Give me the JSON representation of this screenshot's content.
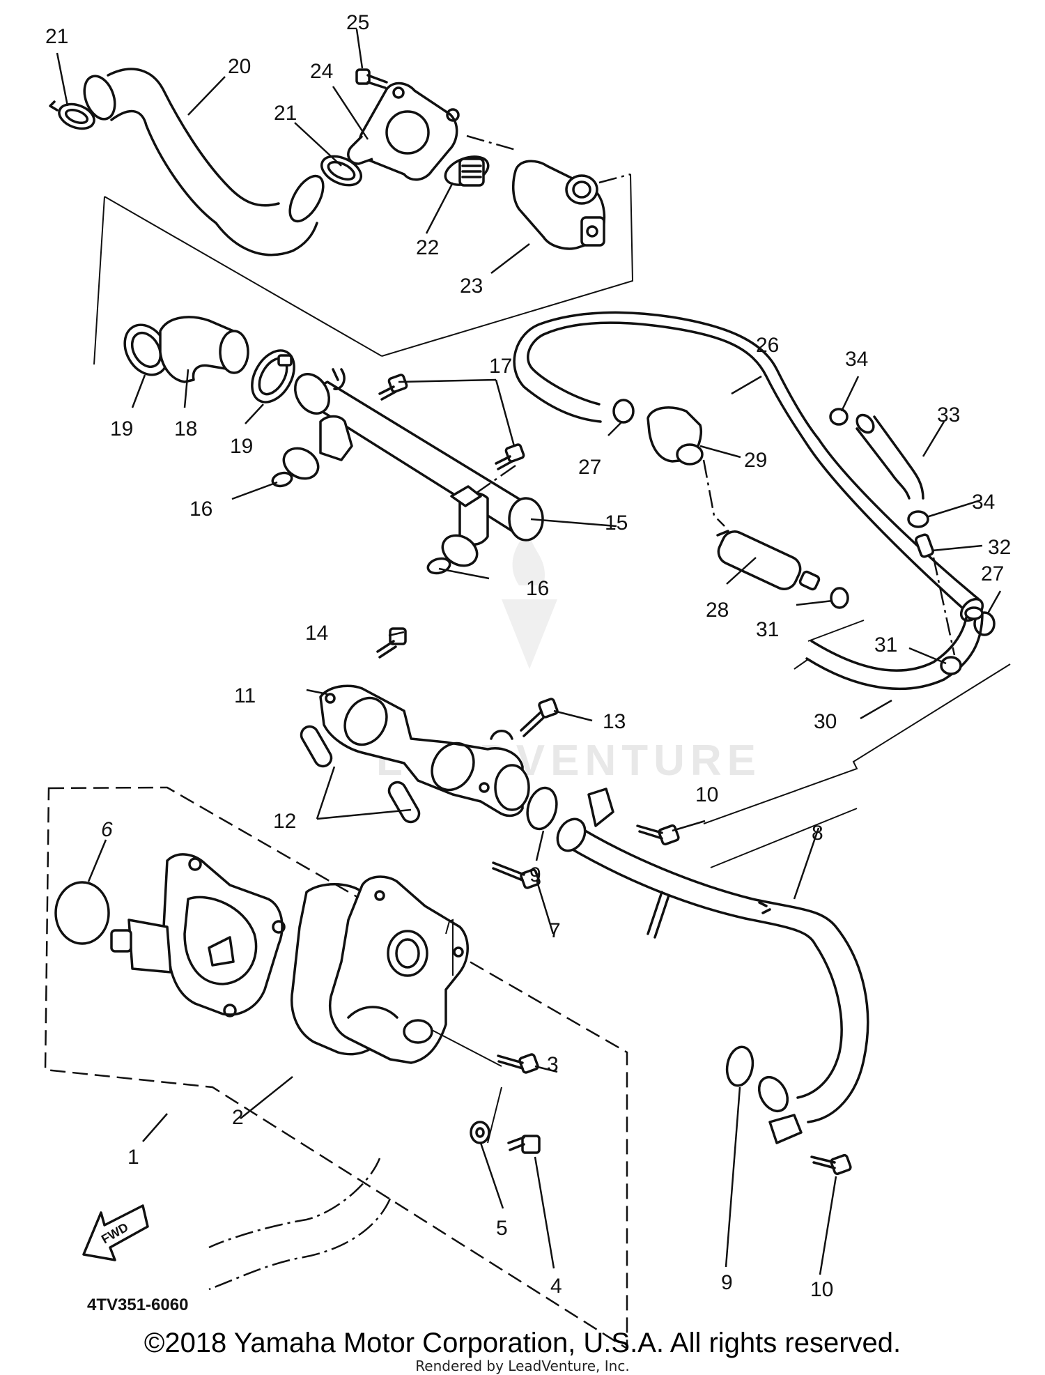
{
  "diagram": {
    "part_number": "4TV351-6060",
    "fwd_label": "FWD",
    "watermark_text": "LEADVENTURE",
    "callouts": [
      "1",
      "2",
      "3",
      "4",
      "5",
      "6",
      "7",
      "8",
      "9",
      "9",
      "10",
      "10",
      "11",
      "12",
      "13",
      "14",
      "15",
      "16",
      "16",
      "17",
      "18",
      "19",
      "19",
      "20",
      "21",
      "21",
      "22",
      "23",
      "24",
      "25",
      "26",
      "27",
      "27",
      "28",
      "29",
      "30",
      "31",
      "31",
      "32",
      "33",
      "34",
      "34"
    ]
  },
  "footer": {
    "copyright": "©2018 Yamaha Motor Corporation, U.S.A. All rights reserved.",
    "rendered_by": "Rendered by LeadVenture, Inc."
  }
}
